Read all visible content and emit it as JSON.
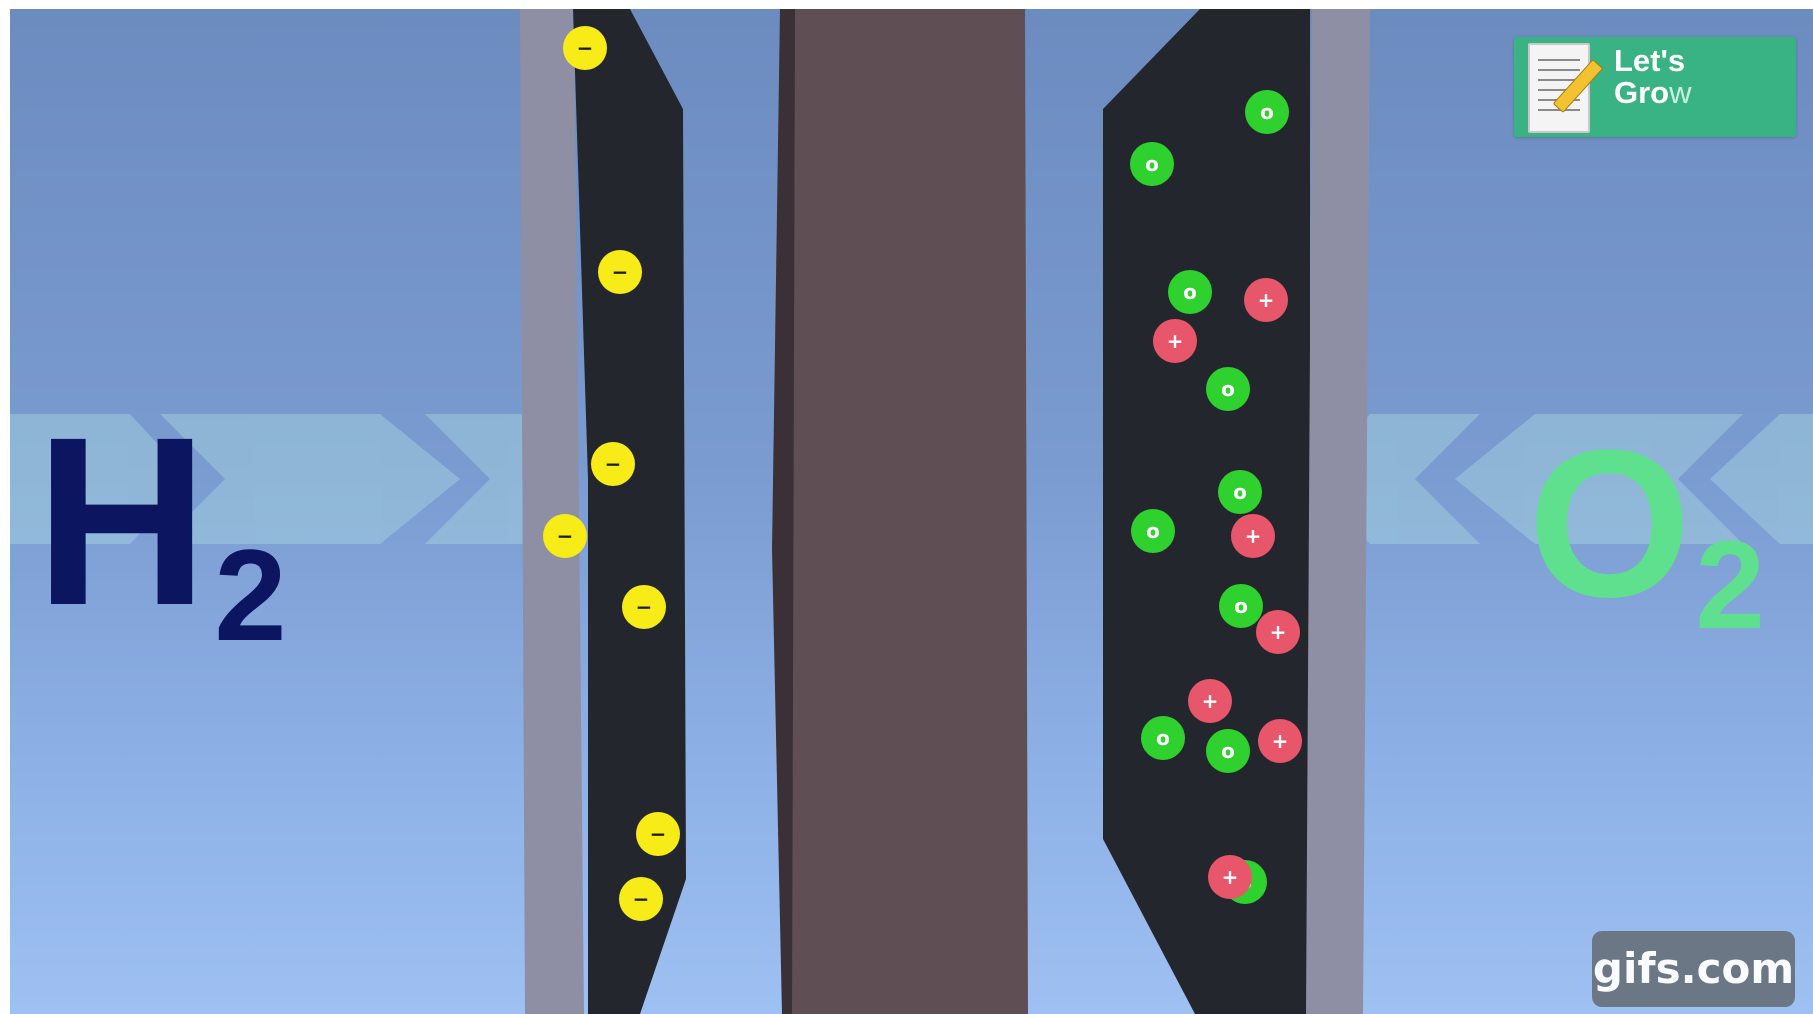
{
  "scene": {
    "left_gas": {
      "symbol": "H",
      "subscript": "2",
      "color": "#0b1560"
    },
    "right_gas": {
      "symbol": "O",
      "subscript": "2",
      "color": "#5ee08e"
    }
  },
  "particles": {
    "electron": {
      "sign": "−",
      "fill": "#f7ec17",
      "icon": "electron-icon"
    },
    "oxygen": {
      "sign": "o",
      "fill": "#2ed12e",
      "icon": "oxygen-atom-icon"
    },
    "proton": {
      "sign": "+",
      "fill": "#e8566b",
      "icon": "proton-icon"
    }
  },
  "logo": {
    "line1": "Let's",
    "line2_bold": "Gro",
    "line2_faint": "w"
  },
  "watermark": {
    "text": "gifs.com"
  },
  "colors": {
    "electrode": "#24262d",
    "membrane": "#5f4e53",
    "plate": "#8e8fa4",
    "arrow_band": "#9fd0da"
  }
}
